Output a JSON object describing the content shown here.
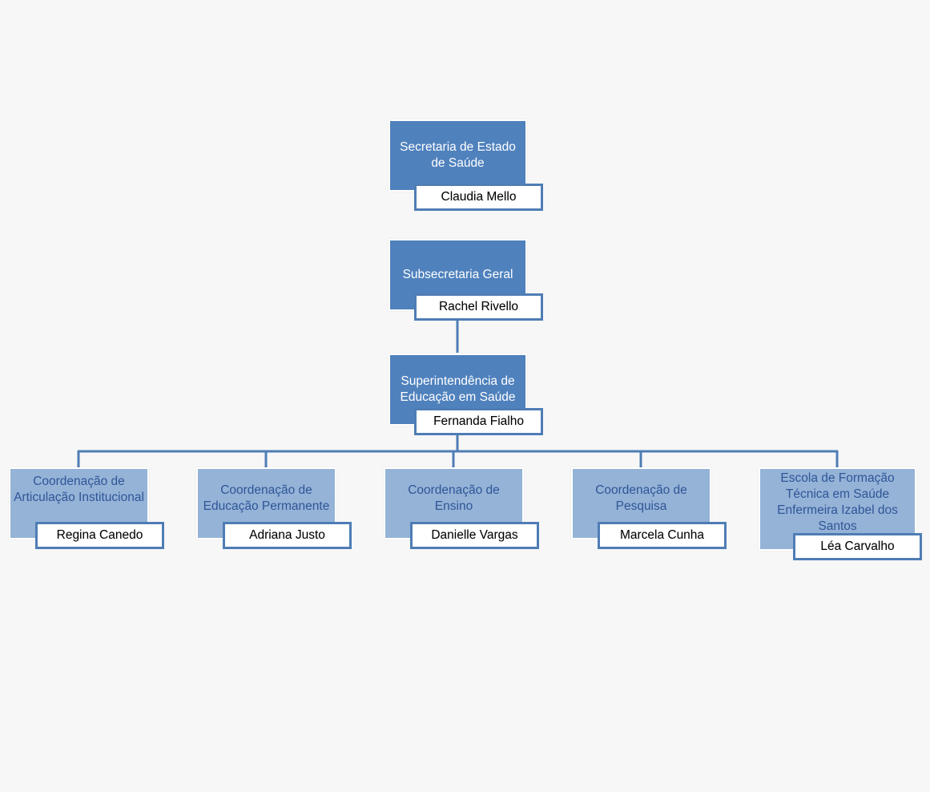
{
  "colors": {
    "background": "#f7f7f7",
    "dark_box": "#4f81bd",
    "light_box": "#95b3d7",
    "connector": "#4f7db5",
    "light_text": "#2f5597"
  },
  "nodes": {
    "secretaria": {
      "title": "Secretaria de Estado de Saúde",
      "person": "Claudia Mello"
    },
    "subsecretaria": {
      "title": "Subsecretaria Geral",
      "person": "Rachel Rivello"
    },
    "superintendencia": {
      "title": "Superintendência de Educação em Saúde",
      "person": "Fernanda Fialho"
    },
    "articulacao": {
      "title": "Coordenação de Articulação Institucional",
      "person": "Regina Canedo"
    },
    "educacao_permanente": {
      "title": "Coordenação de Educação Permanente",
      "person": "Adriana Justo"
    },
    "ensino": {
      "title": "Coordenação de Ensino",
      "person": "Danielle Vargas"
    },
    "pesquisa": {
      "title": "Coordenação de Pesquisa",
      "person": "Marcela Cunha"
    },
    "escola": {
      "title": "Escola de Formação Técnica em Saúde Enfermeira Izabel dos Santos",
      "person": "Léa Carvalho"
    }
  }
}
